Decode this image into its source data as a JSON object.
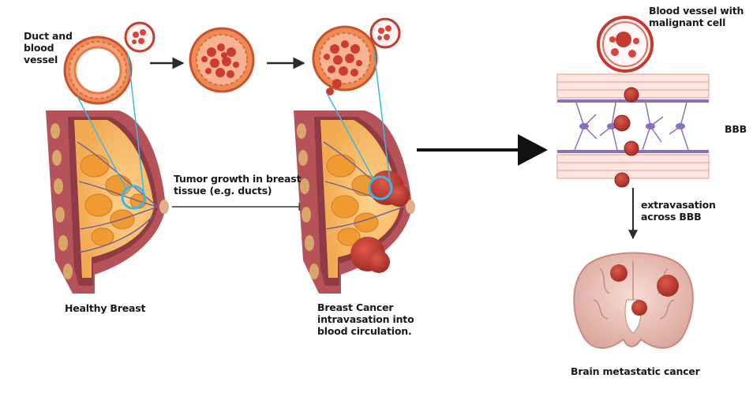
{
  "labels": {
    "duct_vessel": "Duct and\nblood\nvessel",
    "tumor_growth": "Tumor growth in breast\ntissue (e.g. ducts)",
    "healthy_breast": "Healthy Breast",
    "breast_cancer": "Breast Cancer\nintravasation into\nblood circulation.",
    "vessel_malignant": "Blood vessel with\nmalignant cell",
    "bbb": "BBB",
    "extravasation": "extravasation\nacross BBB",
    "brain_cancer": "Brain metastatic cancer"
  },
  "colors": {
    "skin": "#b5525a",
    "skin_dark": "#8e3b44",
    "fat": "#f6c07a",
    "gland": "#f0a53a",
    "vessel_ring": "#e77b45",
    "vessel_fill": "#f6c9b5",
    "tumor": "#c63a2e",
    "blood_cell": "#d8453a",
    "astro": "#8d6fc2",
    "brain": "#efc9c0",
    "highlight": "#3bb6e6",
    "arrow": "#2b2b2b"
  }
}
